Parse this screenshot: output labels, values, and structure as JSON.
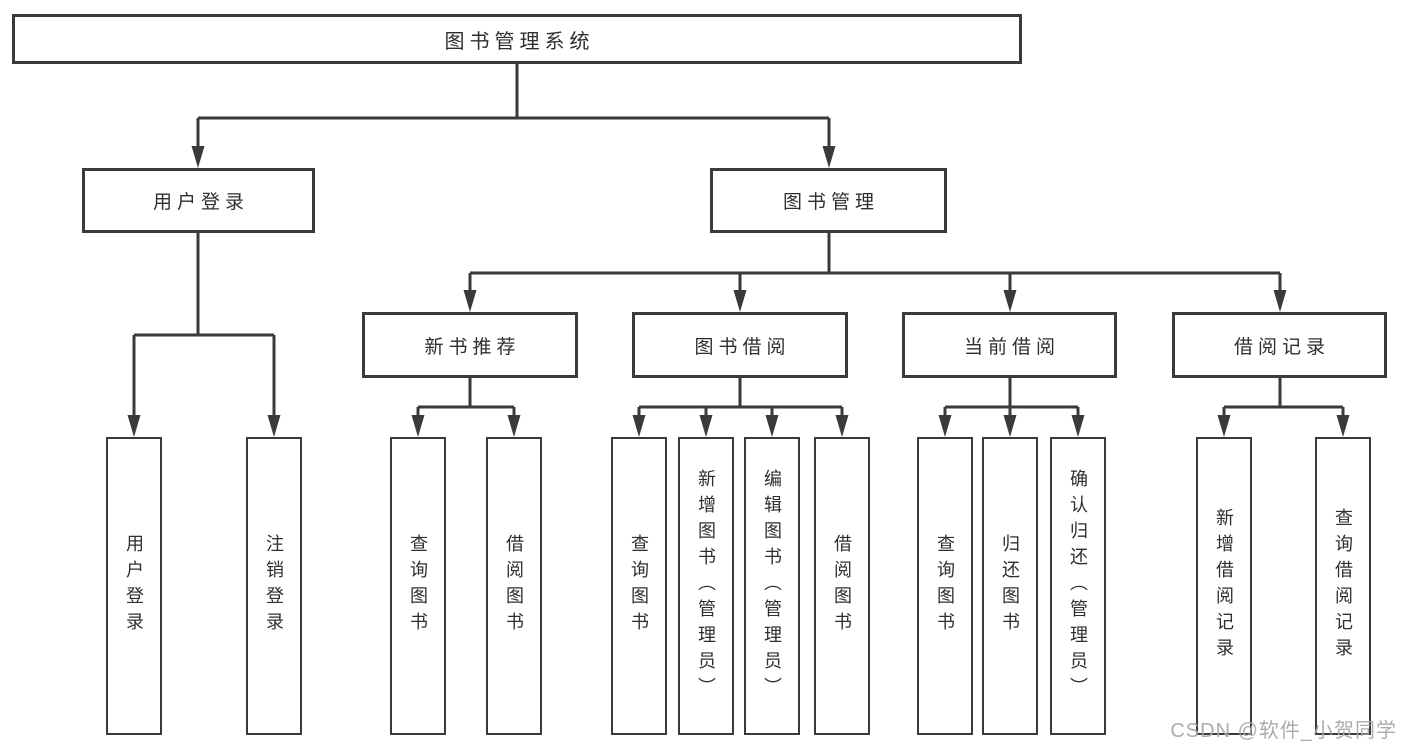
{
  "diagram": {
    "nodes": {
      "root": "图书管理系统",
      "level2": {
        "user_login": "用户登录",
        "book_management": "图书管理"
      },
      "level3": {
        "new_book_recommend": "新书推荐",
        "book_borrow": "图书借阅",
        "current_borrow": "当前借阅",
        "borrow_records": "借阅记录"
      },
      "leaves": {
        "user_login": "用户登录",
        "logout": "注销登录",
        "nb_query_books": "查询图书",
        "nb_borrow_books": "借阅图书",
        "bb_query_books": "查询图书",
        "bb_add_books": "新增图书（管理员）",
        "bb_edit_books": "编辑图书（管理员）",
        "bb_borrow_books": "借阅图书",
        "cb_query_books": "查询图书",
        "cb_return_books": "归还图书",
        "cb_confirm_return": "确认归还（管理员）",
        "br_add_record": "新增借阅记录",
        "br_query_record": "查询借阅记录"
      }
    },
    "watermark": "CSDN @软件_小贺同学",
    "colors": {
      "line": "#3a3a3a",
      "text": "#2f2f2f",
      "watermark": "#a8a8aa",
      "background": "#ffffff"
    }
  }
}
